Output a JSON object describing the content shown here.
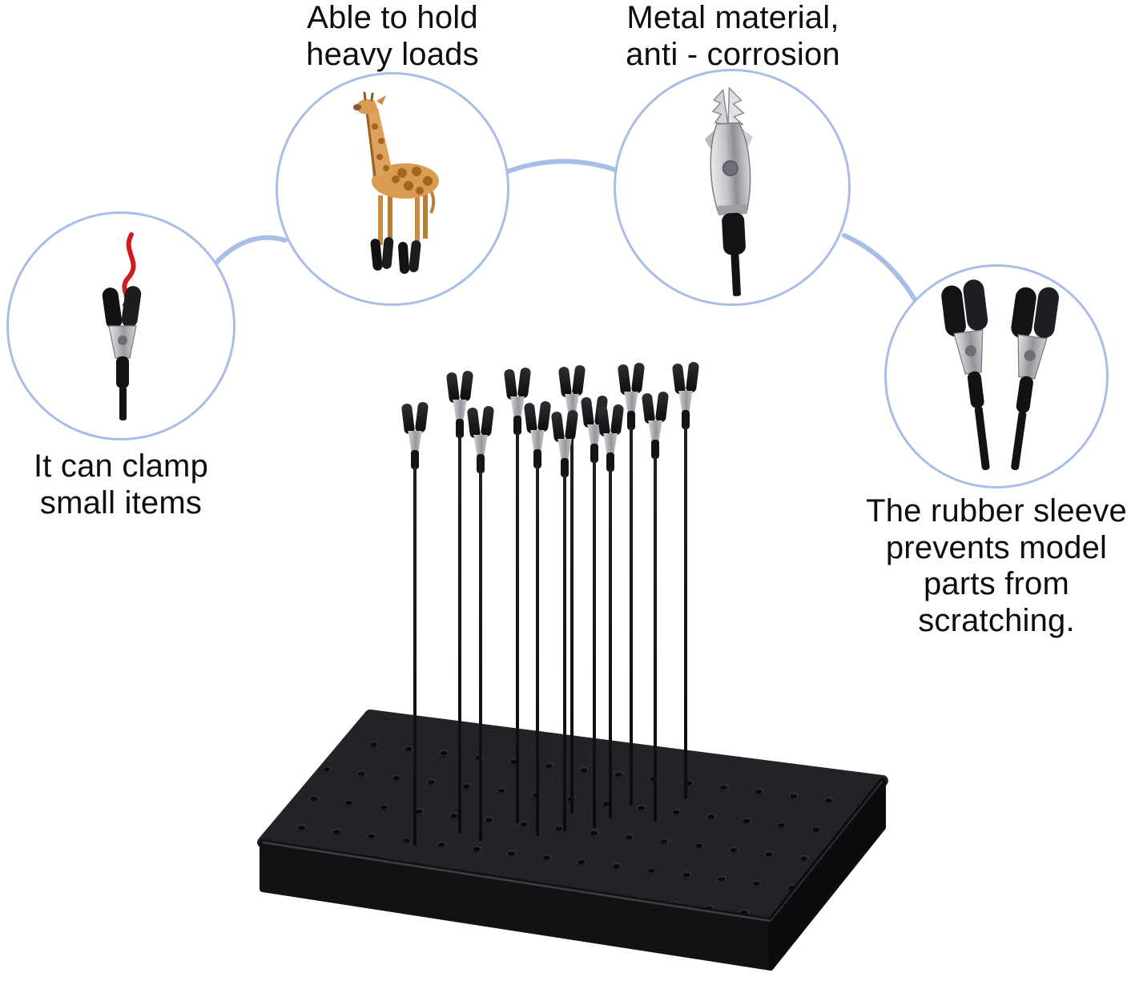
{
  "colors": {
    "accent_line": "#a9bde9",
    "text": "#0e0e0e",
    "base_black": "#232327",
    "wire_red": "#cf1c20"
  },
  "callouts": {
    "heavy_loads": {
      "label": "Able to hold\nheavy loads",
      "icon": "giraffe-held-by-clips-icon"
    },
    "metal": {
      "label": "Metal material,\nanti - corrosion",
      "icon": "metal-alligator-clip-icon"
    },
    "clamp_small": {
      "label": "It can clamp\nsmall items",
      "icon": "clip-holding-wire-icon"
    },
    "rubber_sleeve": {
      "label": "The rubber sleeve\nprevents model\nparts from\nscratching.",
      "icon": "rubber-sleeve-clips-icon"
    }
  },
  "product": {
    "name": "model-painting-stand-with-alligator-clip-sticks",
    "clip_count": 12
  }
}
